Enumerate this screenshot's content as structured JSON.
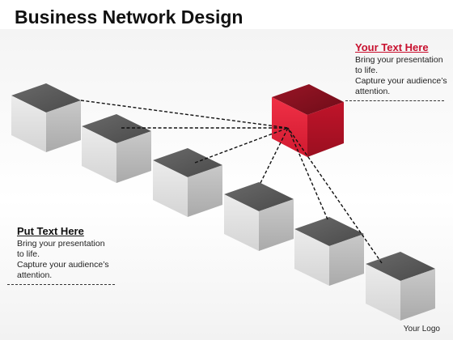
{
  "title": "Business Network Design",
  "colors": {
    "accent": "#c8102e",
    "cube_top": "#5a5a5a",
    "cube_left": "#e2e2e2",
    "cube_right": "#bdbdbd",
    "red_top": "#8b1020",
    "red_left": "#e8253a",
    "red_right": "#b3121f"
  },
  "right_block": {
    "heading": "Your Text Here",
    "line1": "Bring your presentation",
    "line2": "to life.",
    "line3": "Capture your audience’s",
    "line4": "attention."
  },
  "left_block": {
    "heading": "Put Text Here",
    "line1": "Bring your presentation",
    "line2": "to life.",
    "line3": "Capture your audience’s",
    "line4": "attention."
  },
  "logo": "Your Logo"
}
